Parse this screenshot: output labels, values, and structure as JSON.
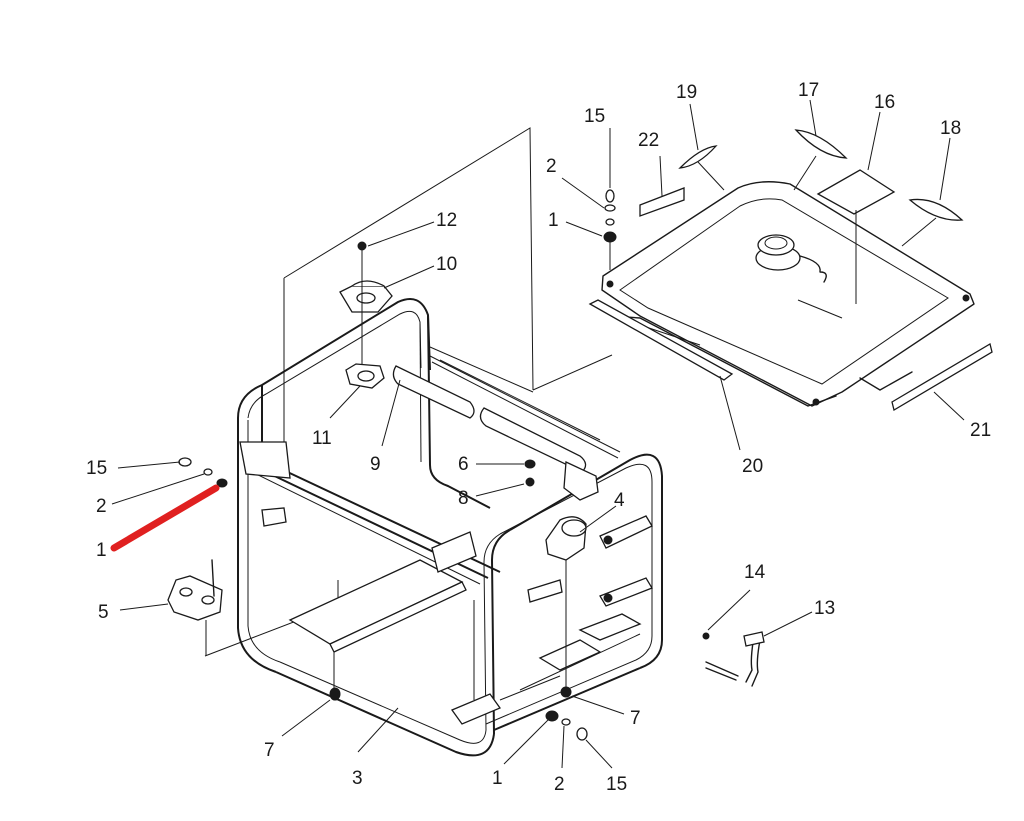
{
  "highlight_color": "#e02020",
  "callouts": [
    {
      "id": "c22",
      "text": "22"
    },
    {
      "id": "c19",
      "text": "19"
    },
    {
      "id": "c17",
      "text": "17"
    },
    {
      "id": "c16",
      "text": "16"
    },
    {
      "id": "c18",
      "text": "18"
    },
    {
      "id": "c15a",
      "text": "15"
    },
    {
      "id": "c2a",
      "text": "2"
    },
    {
      "id": "c1a",
      "text": "1"
    },
    {
      "id": "c12",
      "text": "12"
    },
    {
      "id": "c10",
      "text": "10"
    },
    {
      "id": "c11",
      "text": "11"
    },
    {
      "id": "c9",
      "text": "9"
    },
    {
      "id": "c20",
      "text": "20"
    },
    {
      "id": "c21",
      "text": "21"
    },
    {
      "id": "c6",
      "text": "6"
    },
    {
      "id": "c8",
      "text": "8"
    },
    {
      "id": "c4",
      "text": "4"
    },
    {
      "id": "c15b",
      "text": "15"
    },
    {
      "id": "c2b",
      "text": "2"
    },
    {
      "id": "c1b",
      "text": "1"
    },
    {
      "id": "c5",
      "text": "5"
    },
    {
      "id": "c14",
      "text": "14"
    },
    {
      "id": "c13",
      "text": "13"
    },
    {
      "id": "c7a",
      "text": "7"
    },
    {
      "id": "c7b",
      "text": "7"
    },
    {
      "id": "c3",
      "text": "3"
    },
    {
      "id": "c1c",
      "text": "1"
    },
    {
      "id": "c2c",
      "text": "2"
    },
    {
      "id": "c15c",
      "text": "15"
    }
  ]
}
